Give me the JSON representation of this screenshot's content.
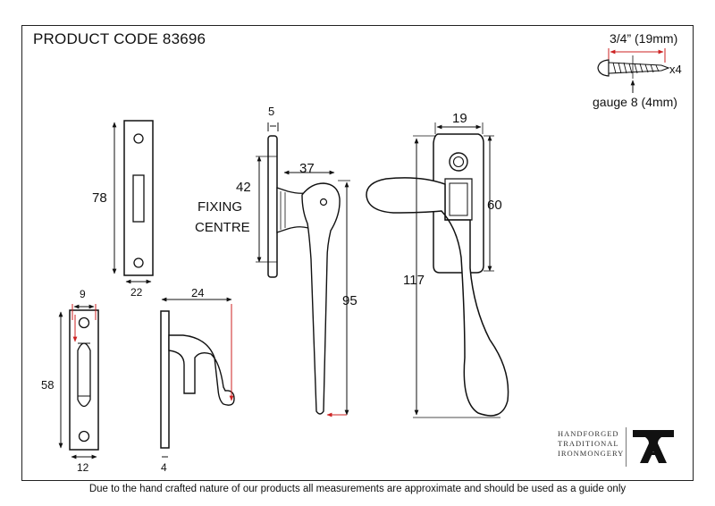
{
  "header": {
    "product_code": "PRODUCT CODE 83696"
  },
  "screw": {
    "length_label": "3/4” (19mm)",
    "quantity_label": "x4",
    "gauge_label": "gauge 8 (4mm)"
  },
  "dimensions": {
    "keep_height": "78",
    "keep_width": "22",
    "small_keep_width": "9",
    "small_keep_height": "58",
    "small_keep_depth": "12",
    "hook_reach": "24",
    "hook_thickness": "4",
    "plate_thickness": "5",
    "handle_projection": "37",
    "fixing_centre_value": "42",
    "fixing_centre_label_1": "FIXING",
    "fixing_centre_label_2": "CENTRE",
    "handle_length": "95",
    "front_width": "19",
    "front_plate_height": "60",
    "overall_length": "117"
  },
  "logo": {
    "line1": "HANDFORGED",
    "line2": "TRADITIONAL",
    "line3": "IRONMONGERY"
  },
  "footer": {
    "note": "Due to the hand crafted nature of our products all measurements are approximate and should be used as a guide only"
  }
}
